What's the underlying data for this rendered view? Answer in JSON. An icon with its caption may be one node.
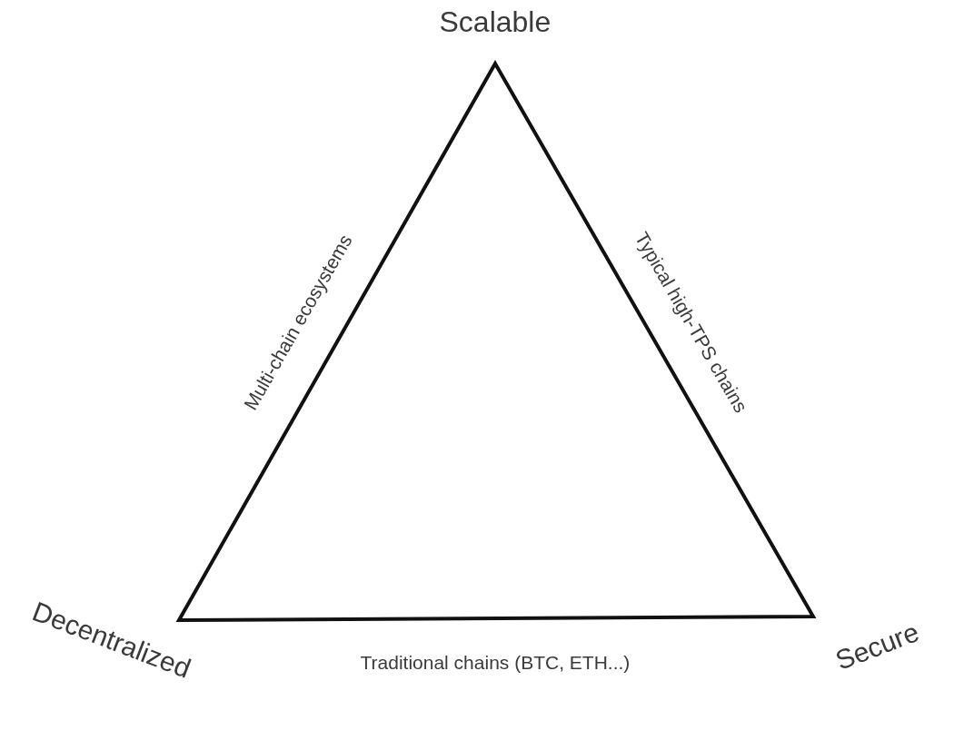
{
  "diagram": {
    "labels": [
      "Scalable",
      "Multi-chain ecosystems",
      "Typical high-TPS chains",
      "Decentralized",
      "Secure",
      "Traditional chains (BTC, ETH...)"
    ]
  }
}
